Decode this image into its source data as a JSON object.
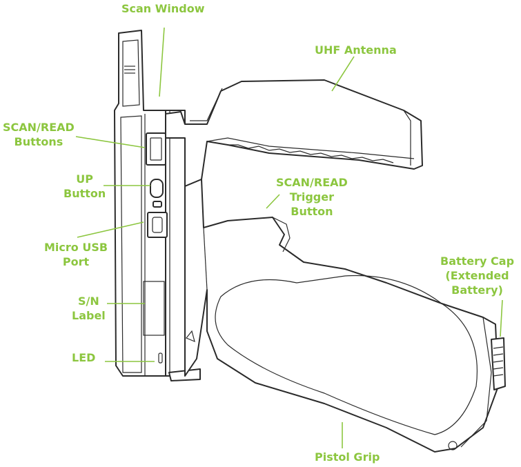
{
  "labels": {
    "scan_window": {
      "lines": [
        "Scan Window"
      ]
    },
    "uhf_antenna": {
      "lines": [
        "UHF Antenna"
      ]
    },
    "scan_read_buttons": {
      "lines": [
        "SCAN/READ",
        "Buttons"
      ]
    },
    "up_button": {
      "lines": [
        "UP",
        "Button"
      ]
    },
    "scan_read_trigger": {
      "lines": [
        "SCAN/READ",
        "Trigger",
        "Button"
      ]
    },
    "micro_usb_port": {
      "lines": [
        "Micro USB",
        "Port"
      ]
    },
    "battery_cap": {
      "lines": [
        "Battery Cap",
        "(Extended",
        "Battery)"
      ]
    },
    "sn_label": {
      "lines": [
        "S/N",
        "Label"
      ]
    },
    "led": {
      "lines": [
        "LED"
      ]
    },
    "pistol_grip": {
      "lines": [
        "Pistol Grip"
      ]
    }
  },
  "colors": {
    "label": "#8cc63f",
    "outline": "#2a2a2a"
  }
}
